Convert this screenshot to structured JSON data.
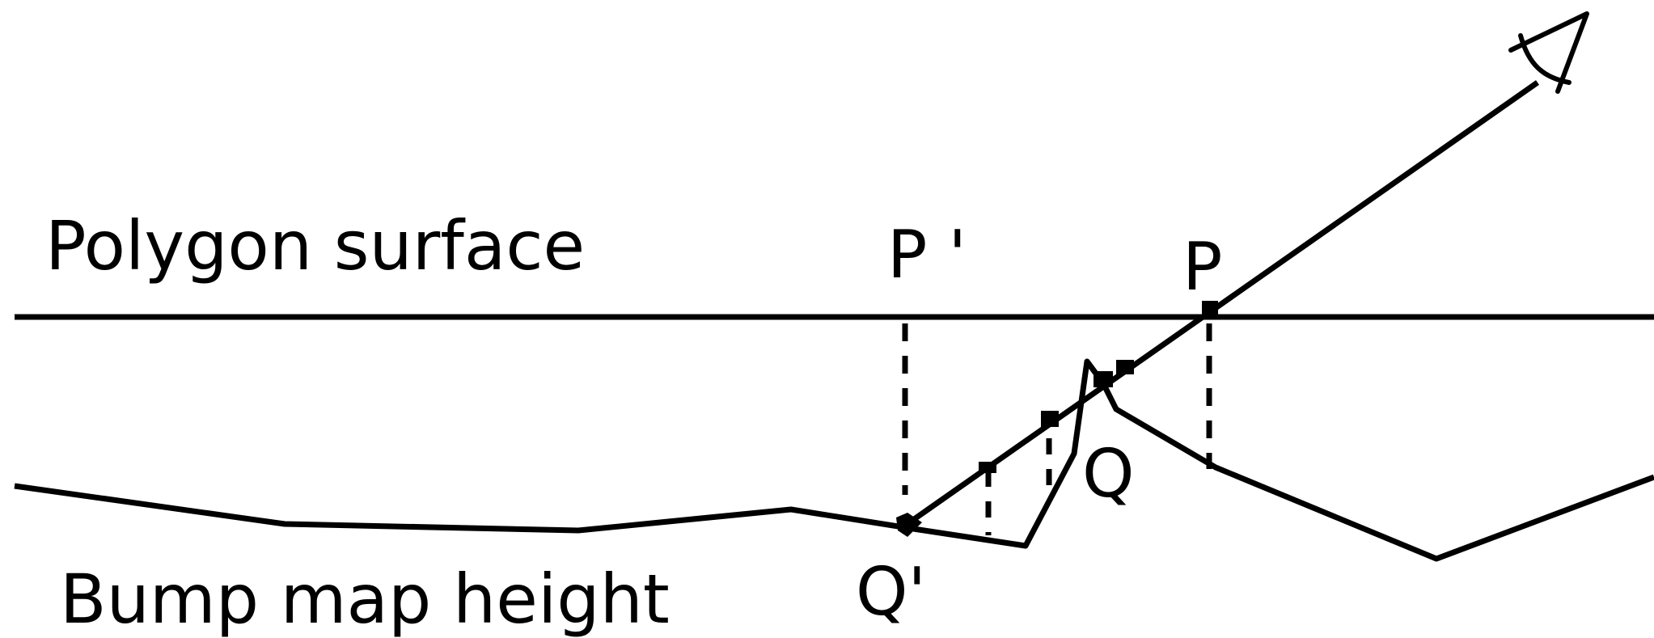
{
  "labels": {
    "polygon_surface": "Polygon surface",
    "bump_map_height": "Bump map height",
    "p_prime": "P '",
    "p": "P",
    "q": "Q",
    "q_prime": "Q'"
  },
  "colors": {
    "ink": "#000000",
    "background": "#ffffff"
  },
  "icons": {
    "eye": "eye-icon"
  }
}
